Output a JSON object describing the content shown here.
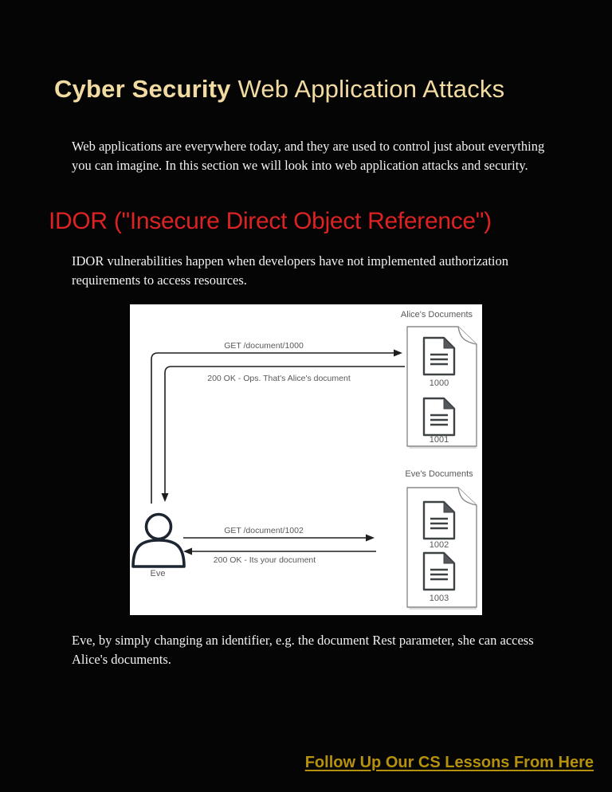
{
  "colors": {
    "background": "#050505",
    "title": "#f2dba2",
    "section_heading": "#dc2222",
    "body_text": "#f2f2f2",
    "link": "#b6910d",
    "diagram_background": "#ffffff",
    "diagram_text": "#595959",
    "diagram_line": "#1f1f1f"
  },
  "header": {
    "title_bold": "Cyber Security",
    "title_rest": " Web Application Attacks"
  },
  "paragraphs": {
    "intro": "Web applications are everywhere today, and they are used to control just about everything you can imagine. In this section we will look into web application attacks and security.",
    "idor_intro": "IDOR vulnerabilities happen when developers have not implemented authorization requirements to access resources.",
    "conclusion": "Eve, by simply changing an identifier, e.g. the document Rest parameter, she can access Alice's documents."
  },
  "section": {
    "heading": "IDOR (\"Insecure Direct Object Reference\")"
  },
  "diagram": {
    "alice": {
      "title": "Alice's Documents",
      "doc_ids": [
        "1000",
        "1001"
      ]
    },
    "eve": {
      "title": "Eve's Documents",
      "doc_ids": [
        "1002",
        "1003"
      ]
    },
    "actor_label": "Eve",
    "messages": {
      "request_alice": "GET /document/1000",
      "response_alice": "200 OK - Ops. That's Alice's document",
      "request_eve": "GET /document/1002",
      "response_eve": "200 OK - Its your document"
    }
  },
  "footer": {
    "link_label": "Follow Up Our CS Lessons From Here"
  }
}
